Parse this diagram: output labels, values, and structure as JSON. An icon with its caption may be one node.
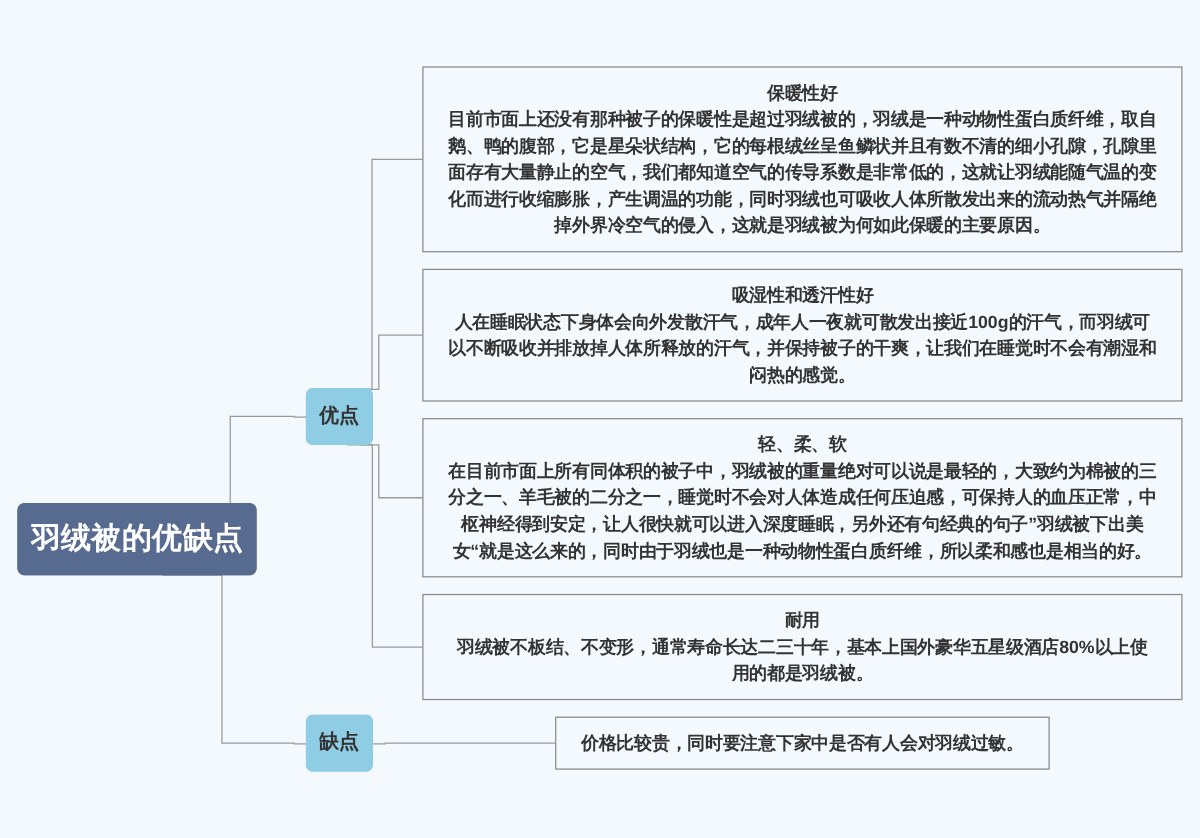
{
  "diagram": {
    "nodes": [
      {
        "text": [
          "羽绒被的优缺点"
        ]
      },
      {
        "text": [
          "优点"
        ]
      },
      {
        "text": [
          "保暖性好",
          "目前市面上还没有那种被子的保暖性是超过羽绒被的，羽绒是一种动物性蛋白质纤维，取自鹅、鸭的腹部，它是星朵状结构，它的每根绒丝呈鱼鳞状并且有数不清的细小孔隙，孔隙里面存有大量静止的空气，我们都知道空气的传导系数是非常低的，这就让羽绒能随气温的变化而进行收缩膨胀，产生调温的功能，同时羽绒也可吸收人体所散发出来的流动热气并隔绝掉外界冷空气的侵入，这就是羽绒被为何如此保暖的主要原因。"
        ]
      },
      {
        "text": [
          "吸湿性和透汗性好",
          "人在睡眠状态下身体会向外发散汗气，成年人一夜就可散发出接近100g的汗气，而羽绒可以不断吸收并排放掉人体所释放的汗气，并保持被子的干爽，让我们在睡觉时不会有潮湿和闷热的感觉。"
        ]
      },
      {
        "text": [
          "轻、柔、软",
          "在目前市面上所有同体积的被子中，羽绒被的重量绝对可以说是最轻的，大致约为棉被的三分之一、羊毛被的二分之一，睡觉时不会对人体造成任何压迫感，可保持人的血压正常，中枢神经得到安定，让人很快就可以进入深度睡眠，另外还有句经典的句子”羽绒被下出美女“就是这么来的，同时由于羽绒也是一种动物性蛋白质纤维，所以柔和感也是相当的好。"
        ]
      },
      {
        "text": [
          "耐用",
          "羽绒被不板结、不变形，通常寿命长达二三十年，基本上国外豪华五星级酒店80%以上使用的都是羽绒被。"
        ]
      },
      {
        "text": [
          "缺点"
        ]
      },
      {
        "text": [
          "价格比较贵，同时要注意下家中是否有人会对羽绒过敏。"
        ]
      }
    ],
    "edges": [
      {
        "from": 0,
        "to": 1,
        "arrow": "none"
      },
      {
        "from": 1,
        "to": 2,
        "arrow": "none"
      },
      {
        "from": 1,
        "to": 3,
        "arrow": "none"
      },
      {
        "from": 1,
        "to": 4,
        "arrow": "none"
      },
      {
        "from": 1,
        "to": 5,
        "arrow": "none"
      },
      {
        "from": 0,
        "to": 6,
        "arrow": "none"
      },
      {
        "from": 6,
        "to": 7,
        "arrow": "none"
      }
    ]
  }
}
